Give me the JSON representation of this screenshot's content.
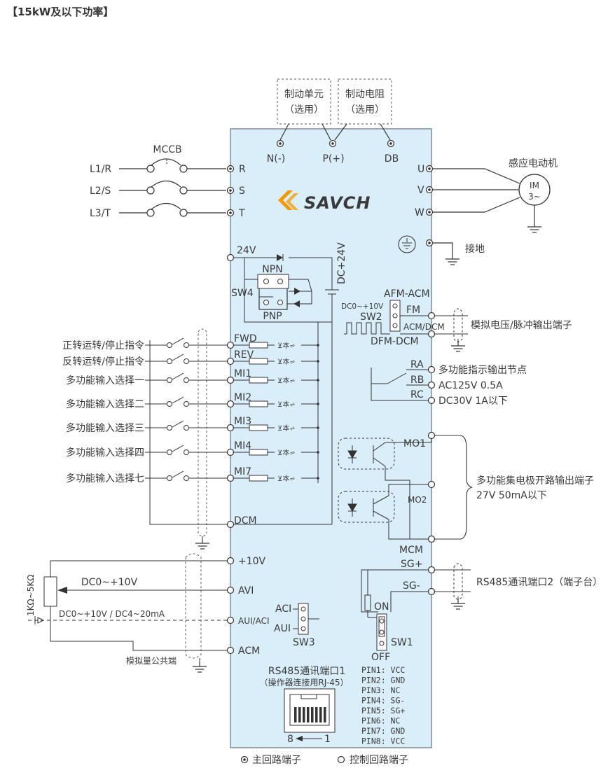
{
  "title": "【15kW及以下功率】",
  "brand": {
    "logo_text": "SAVCH",
    "accent": "#f39800",
    "text_color": "#3a3a3a"
  },
  "colors": {
    "panel_fill": "#daeefa",
    "panel_stroke": "#7f8c95",
    "line": "#333333"
  },
  "boxes": {
    "braking_unit": {
      "line1": "制动单元",
      "line2": "（选用）"
    },
    "braking_resistor": {
      "line1": "制动电阻",
      "line2": "（选用）"
    }
  },
  "dc_terminals": [
    "N(-)",
    "P(+)",
    "DB"
  ],
  "mccb_label": "MCCB",
  "input_lines": [
    "L1/R",
    "L2/S",
    "L3/T"
  ],
  "input_terminals": [
    "R",
    "S",
    "T"
  ],
  "output_terminals": [
    "U",
    "V",
    "W"
  ],
  "motor": {
    "title": "感应电动机",
    "line1": "IM",
    "line2": "3~"
  },
  "ground_label": "接地",
  "internal": {
    "v24": "24V",
    "dc24": "DC+24V",
    "npn": "NPN",
    "pnp": "PNP",
    "sw4": "SW4",
    "afm_acm": "AFM-ACM",
    "dc010v": "DC0~+10V",
    "sw2": "SW2",
    "fm": "FM",
    "acm_dcm": "ACM/DCM",
    "dfm_dcm": "DFM-DCM",
    "dcm": "DCM",
    "mcm": "MCM",
    "sw3": "SW3",
    "aci": "ACI",
    "aui": "AUI",
    "sw1": "SW1",
    "on": "ON",
    "off": "OFF"
  },
  "analog_out_label": "模拟电压/脉冲输出端子",
  "inputs": [
    {
      "terminal": "FWD",
      "label": "正转运转/停止指令"
    },
    {
      "terminal": "REV",
      "label": "反转运转/停止指令"
    },
    {
      "terminal": "MI1",
      "label": "多功能输入选择一"
    },
    {
      "terminal": "MI2",
      "label": "多功能输入选择二"
    },
    {
      "terminal": "MI3",
      "label": "多功能输入选择三"
    },
    {
      "terminal": "MI4",
      "label": "多功能输入选择四"
    },
    {
      "terminal": "MI7",
      "label": "多功能输入选择七"
    }
  ],
  "relay": {
    "terminals": [
      "RA",
      "RB",
      "RC"
    ],
    "labels": [
      "多功能指示输出节点",
      "AC125V  0.5A",
      "DC30V  1A以下"
    ]
  },
  "mo": {
    "terminals": [
      "MO1",
      "MO2"
    ],
    "label1": "多功能集电极开路输出端子",
    "label2": "27V 50mA以下"
  },
  "analog_in": {
    "terminals": [
      "+10V",
      "AVI",
      "AUI/ACI",
      "ACM"
    ],
    "pot_label": "1KΩ~5KΩ",
    "avi_range": "DC0~+10V",
    "aui_range": "DC0~+10V / DC4~20mA",
    "common_label": "模拟量公共端"
  },
  "rs485": {
    "sg_plus": "SG+",
    "sg_minus": "SG-",
    "port2_label": "RS485通讯端口2（端子台）",
    "port1_title": "RS485通讯端口1",
    "port1_sub": "（操作器连接用RJ-45）",
    "pin_8": "8",
    "pin_1": "1",
    "pins": [
      "PIN1: VCC",
      "PIN2: GND",
      "PIN3: NC",
      "PIN4: SG-",
      "PIN5: SG+",
      "PIN6: NC",
      "PIN7: GND",
      "PIN8: VCC"
    ]
  },
  "legend": {
    "main": "主回路端子",
    "control": "控制回路端子"
  }
}
